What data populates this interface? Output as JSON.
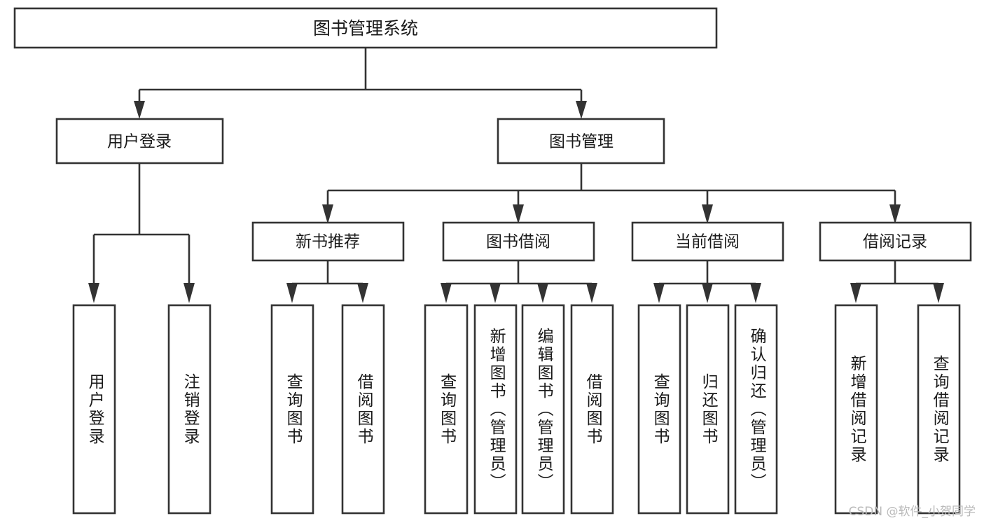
{
  "diagram": {
    "type": "tree",
    "title": "图书管理系统",
    "root": {
      "id": "root",
      "label": "图书管理系统",
      "orientation": "horizontal"
    },
    "level2": [
      {
        "id": "user-login",
        "label": "用户登录",
        "orientation": "horizontal"
      },
      {
        "id": "book-management",
        "label": "图书管理",
        "orientation": "horizontal"
      }
    ],
    "level3": [
      {
        "id": "new-book-recommend",
        "label": "新书推荐",
        "parent": "book-management",
        "orientation": "horizontal"
      },
      {
        "id": "book-borrow",
        "label": "图书借阅",
        "parent": "book-management",
        "orientation": "horizontal"
      },
      {
        "id": "current-borrow",
        "label": "当前借阅",
        "parent": "book-management",
        "orientation": "horizontal"
      },
      {
        "id": "borrow-record",
        "label": "借阅记录",
        "parent": "book-management",
        "orientation": "horizontal"
      }
    ],
    "leaves": [
      {
        "id": "leaf-user-login",
        "label": "用户登录",
        "parent": "user-login",
        "orientation": "vertical"
      },
      {
        "id": "leaf-user-logout",
        "label": "注销登录",
        "parent": "user-login",
        "orientation": "vertical"
      },
      {
        "id": "leaf-query-book-1",
        "label": "查询图书",
        "parent": "new-book-recommend",
        "orientation": "vertical"
      },
      {
        "id": "leaf-borrow-book-1",
        "label": "借阅图书",
        "parent": "new-book-recommend",
        "orientation": "vertical"
      },
      {
        "id": "leaf-query-book-2",
        "label": "查询图书",
        "parent": "book-borrow",
        "orientation": "vertical"
      },
      {
        "id": "leaf-add-book",
        "label": "新增图书（管理员）",
        "parent": "book-borrow",
        "orientation": "vertical"
      },
      {
        "id": "leaf-edit-book",
        "label": "编辑图书（管理员）",
        "parent": "book-borrow",
        "orientation": "vertical"
      },
      {
        "id": "leaf-borrow-book-2",
        "label": "借阅图书",
        "parent": "book-borrow",
        "orientation": "vertical"
      },
      {
        "id": "leaf-query-book-3",
        "label": "查询图书",
        "parent": "current-borrow",
        "orientation": "vertical"
      },
      {
        "id": "leaf-return-book",
        "label": "归还图书",
        "parent": "current-borrow",
        "orientation": "vertical"
      },
      {
        "id": "leaf-confirm-return",
        "label": "确认归还（管理员）",
        "parent": "current-borrow",
        "orientation": "vertical"
      },
      {
        "id": "leaf-add-record",
        "label": "新增借阅记录",
        "parent": "borrow-record",
        "orientation": "vertical"
      },
      {
        "id": "leaf-query-record",
        "label": "查询借阅记录",
        "parent": "borrow-record",
        "orientation": "vertical"
      }
    ]
  },
  "watermark": {
    "text": "CSDN @软件_小贺同学"
  },
  "colors": {
    "stroke": "#333333",
    "fill": "#ffffff",
    "text": "#1a1a1a",
    "watermark": "#b9b9b9"
  }
}
